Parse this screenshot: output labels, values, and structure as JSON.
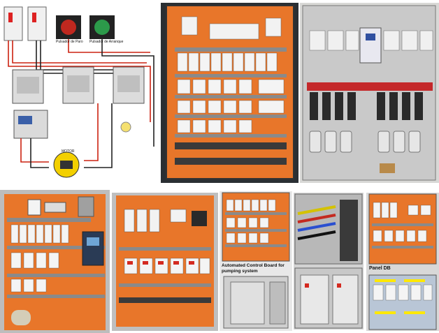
{
  "collage": {
    "tiles": [
      {
        "name": "tile-star-delta-wiring-diagram"
      },
      {
        "name": "tile-orange-control-panel-large"
      },
      {
        "name": "tile-capacitor-bank-panel"
      },
      {
        "name": "tile-orange-panel-vfd"
      },
      {
        "name": "tile-orange-panel-contactors"
      },
      {
        "name": "tile-automated-control-board"
      },
      {
        "name": "tile-colored-busbar-cabinet"
      },
      {
        "name": "tile-panel-db"
      }
    ],
    "captions": {
      "pumping": "Automated Control Board for pumping system",
      "panel_db": "Panel DB"
    },
    "diagram_labels": {
      "stop": "Pulsador de Paro",
      "start": "Pulsador de Arranque",
      "motor": "MOTOR"
    },
    "colors": {
      "orange_panel": "#e8762a",
      "cabinet_grey": "#c9c9c9",
      "breaker_white": "#f2f2f2",
      "rail_grey": "#8a8a8a"
    }
  }
}
